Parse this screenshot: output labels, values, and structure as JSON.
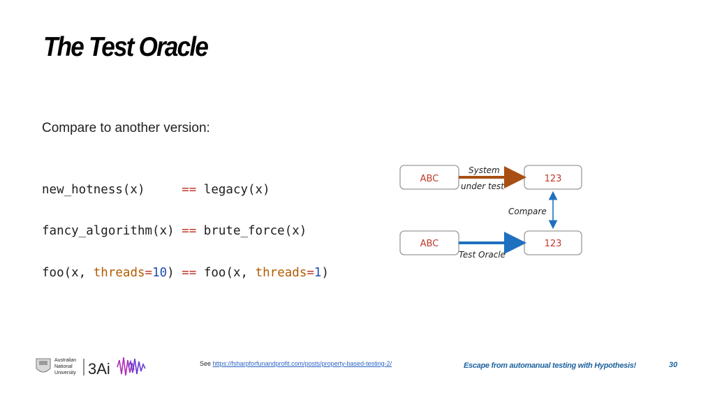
{
  "slide": {
    "title": "The Test Oracle",
    "intro": "Compare to another version:"
  },
  "code": {
    "line1": {
      "left": "new_hotness(x)     ",
      "op": "==",
      "right": " legacy(x)"
    },
    "line2": {
      "left": "fancy_algorithm(x) ",
      "op": "==",
      "right": " brute_force(x)"
    },
    "line3": {
      "p1": "foo(x, ",
      "param1": "threads",
      "eq1": "=",
      "num1": "10",
      "p2": ") ",
      "op": "==",
      "p3": " foo(x, ",
      "param2": "threads",
      "eq2": "=",
      "num2": "1",
      "p4": ")"
    }
  },
  "diagram": {
    "input_top": "ABC",
    "output_top": "123",
    "input_bottom": "ABC",
    "output_bottom": "123",
    "label_sut_1": "System",
    "label_sut_2": "under test",
    "label_compare": "Compare",
    "label_oracle": "Test Oracle",
    "colors": {
      "sut_arrow": "#a84f14",
      "oracle_arrow": "#1f70bf",
      "compare_arrow": "#1f70bf",
      "box_text": "#c0392b"
    }
  },
  "footer": {
    "logo_line1": "Australian",
    "logo_line2": "National",
    "logo_line3": "University",
    "logo_3ai": "3Ai",
    "ref_prefix": "See",
    "ref_link": "https://fsharpforfunandprofit.com/posts/property-based-testing-2/",
    "talk_title": "Escape from automanual testing with Hypothesis!",
    "page_number": "30"
  }
}
